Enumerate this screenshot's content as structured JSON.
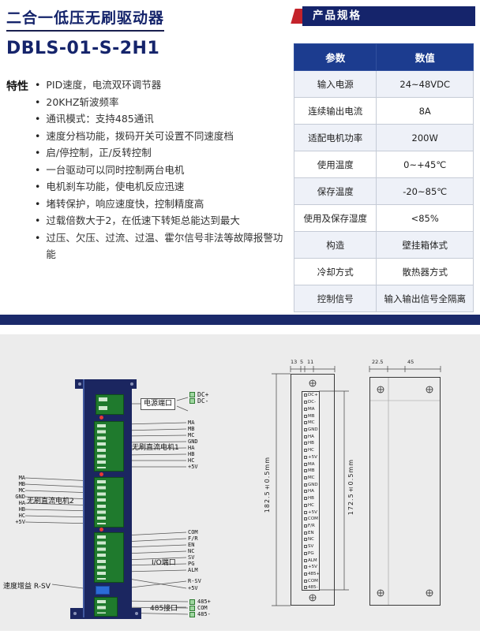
{
  "header": {
    "title": "二合一低压无刷驱动器",
    "model": "DBLS-01-S-2H1"
  },
  "features": {
    "label": "特性",
    "items": [
      "PID速度，电流双环调节器",
      "20KHZ斩波频率",
      "通讯模式：支持485通讯",
      "速度分档功能，拨码开关可设置不同速度档",
      "启/停控制，正/反转控制",
      "一台驱动可以同时控制两台电机",
      "电机刹车功能，使电机反应迅速",
      "堵转保护，响应速度快，控制精度高",
      "过载倍数大于2，在低速下转矩总能达到最大",
      "过压、欠压、过流、过温、霍尔信号非法等故障报警功能"
    ]
  },
  "specs": {
    "header": "产品规格",
    "columns": [
      "参数",
      "数值"
    ],
    "rows": [
      [
        "输入电源",
        "24~48VDC"
      ],
      [
        "连续输出电流",
        "8A"
      ],
      [
        "适配电机功率",
        "200W"
      ],
      [
        "使用温度",
        "0~+45℃"
      ],
      [
        "保存温度",
        "-20~85℃"
      ],
      [
        "使用及保存湿度",
        "<85%"
      ],
      [
        "构造",
        "壁挂箱体式"
      ],
      [
        "冷却方式",
        "散热器方式"
      ],
      [
        "控制信号",
        "输入输出信号全隔离"
      ]
    ]
  },
  "driver": {
    "power_label": "电源端口",
    "power_pins": [
      "DC+",
      "DC-"
    ],
    "motor1_label": "无刷直流电机1",
    "motor1_pins": [
      "MA",
      "MB",
      "MC",
      "GND",
      "HA",
      "HB",
      "HC",
      "+5V"
    ],
    "motor2_label": "无刷直流电机2",
    "motor2_pins": [
      "MA",
      "MB",
      "MC",
      "GND",
      "HA",
      "HB",
      "HC",
      "+5V"
    ],
    "io_label": "I/O端口",
    "io_pins": [
      "COM",
      "F/R",
      "EN",
      "NC",
      "SV",
      "PG",
      "ALM"
    ],
    "rsv_pin": "R-SV",
    "v5_pin": "+5V",
    "gain_label": "速度增益 R-SV",
    "rs485_label": "485接口",
    "rs485_pins": [
      "485+",
      "COM",
      "485-"
    ]
  },
  "dims": {
    "height_left": "182.5±0.5mm",
    "height_right": "172.5±0.5mm",
    "top_dims_left": [
      "13",
      "5",
      "11"
    ],
    "top_dims_right": [
      "22.5",
      "45"
    ],
    "strip_pins": [
      "DC+",
      "DC-",
      "MA",
      "MB",
      "MC",
      "GND",
      "HA",
      "HB",
      "HC",
      "+5V",
      "MA",
      "MB",
      "MC",
      "GND",
      "HA",
      "HB",
      "HC",
      "+5V",
      "COM",
      "F/R",
      "EN",
      "NC",
      "SV",
      "PG",
      "ALM",
      "+5V",
      "485+",
      "COM",
      "485-"
    ]
  }
}
